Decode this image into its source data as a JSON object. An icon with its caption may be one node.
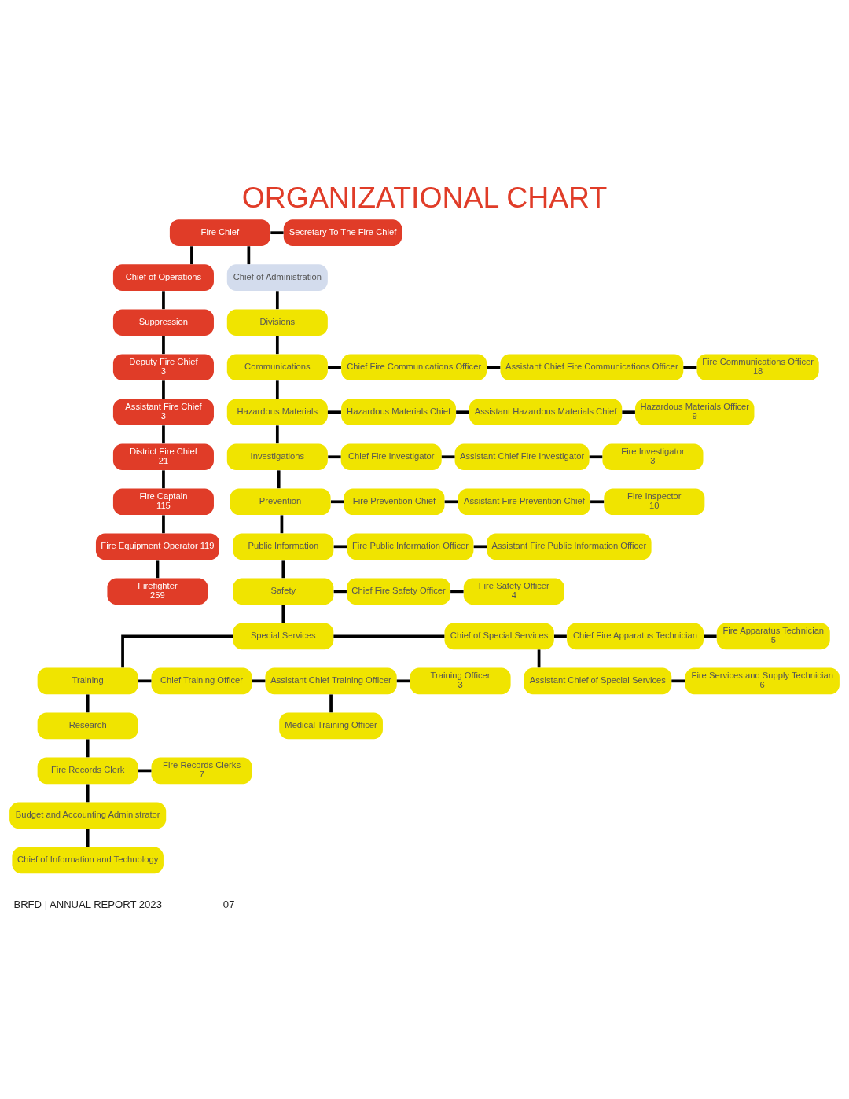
{
  "diagram": {
    "title": "ORGANIZATIONAL CHART",
    "nodes": [
      {
        "text": [
          "Fire Chief"
        ]
      },
      {
        "text": [
          "Secretary To The Fire Chief"
        ]
      },
      {
        "text": [
          "Chief of Operations"
        ]
      },
      {
        "text": [
          "Chief of Administration"
        ]
      },
      {
        "text": [
          "Divisions"
        ]
      },
      {
        "text": [
          "Suppression"
        ]
      },
      {
        "text": [
          "Deputy Fire Chief",
          "3"
        ]
      },
      {
        "text": [
          "Assistant Fire Chief",
          "3"
        ]
      },
      {
        "text": [
          "District Fire Chief",
          "21"
        ]
      },
      {
        "text": [
          "Fire Captain",
          "115"
        ]
      },
      {
        "text": [
          "Fire Equipment Operator 119"
        ]
      },
      {
        "text": [
          "Firefighter",
          "259"
        ]
      },
      {
        "text": [
          "Communications"
        ]
      },
      {
        "text": [
          "Chief Fire Communications Officer"
        ]
      },
      {
        "text": [
          "Assistant Chief Fire Communications Officer"
        ]
      },
      {
        "text": [
          "Fire Communications Officer",
          "18"
        ]
      },
      {
        "text": [
          "Hazardous Materials"
        ]
      },
      {
        "text": [
          "Hazardous Materials Chief"
        ]
      },
      {
        "text": [
          "Assistant Hazardous Materials Chief"
        ]
      },
      {
        "text": [
          "Hazardous Materials Officer",
          "9"
        ]
      },
      {
        "text": [
          "Investigations"
        ]
      },
      {
        "text": [
          "Chief Fire Investigator"
        ]
      },
      {
        "text": [
          "Assistant Chief Fire Investigator"
        ]
      },
      {
        "text": [
          "Fire Investigator",
          "3"
        ]
      },
      {
        "text": [
          "Prevention"
        ]
      },
      {
        "text": [
          "Fire Prevention Chief"
        ]
      },
      {
        "text": [
          "Assistant Fire Prevention Chief"
        ]
      },
      {
        "text": [
          "Fire Inspector",
          "10"
        ]
      },
      {
        "text": [
          "Public Information"
        ]
      },
      {
        "text": [
          "Fire Public Information Officer"
        ]
      },
      {
        "text": [
          "Assistant Fire Public Information Officer"
        ]
      },
      {
        "text": [
          "Safety"
        ]
      },
      {
        "text": [
          "Chief Fire Safety Officer"
        ]
      },
      {
        "text": [
          "Fire Safety Officer",
          "4"
        ]
      },
      {
        "text": [
          "Special Services"
        ]
      },
      {
        "text": [
          "Chief of Special Services"
        ]
      },
      {
        "text": [
          "Chief Fire Apparatus Technician"
        ]
      },
      {
        "text": [
          "Fire Apparatus Technician",
          "5"
        ]
      },
      {
        "text": [
          "Assistant Chief of Special Services"
        ]
      },
      {
        "text": [
          "Fire Services and Supply Technician",
          "6"
        ]
      },
      {
        "text": [
          "Training"
        ]
      },
      {
        "text": [
          "Chief Training Officer"
        ]
      },
      {
        "text": [
          "Assistant Chief Training Officer"
        ]
      },
      {
        "text": [
          "Training Officer",
          "3"
        ]
      },
      {
        "text": [
          "Medical Training Officer"
        ]
      },
      {
        "text": [
          "Research"
        ]
      },
      {
        "text": [
          "Fire Records Clerk"
        ]
      },
      {
        "text": [
          "Fire Records Clerks",
          "7"
        ]
      },
      {
        "text": [
          "Budget and Accounting Administrator"
        ]
      },
      {
        "text": [
          "Chief of Information and Technology"
        ]
      }
    ],
    "edges": [
      {
        "from": 0,
        "to": 1,
        "arrow": "none"
      },
      {
        "from": 0,
        "to": 2,
        "arrow": "none"
      },
      {
        "from": 0,
        "to": 3,
        "arrow": "none"
      },
      {
        "from": 3,
        "to": 4,
        "arrow": "none"
      },
      {
        "from": 4,
        "to": 12,
        "arrow": "none"
      },
      {
        "from": 2,
        "to": 5,
        "arrow": "none"
      },
      {
        "from": 5,
        "to": 6,
        "arrow": "none"
      },
      {
        "from": 6,
        "to": 7,
        "arrow": "none"
      },
      {
        "from": 7,
        "to": 8,
        "arrow": "none"
      },
      {
        "from": 8,
        "to": 9,
        "arrow": "none"
      },
      {
        "from": 9,
        "to": 10,
        "arrow": "none"
      },
      {
        "from": 10,
        "to": 11,
        "arrow": "none"
      },
      {
        "from": 12,
        "to": 16,
        "arrow": "none"
      },
      {
        "from": 16,
        "to": 20,
        "arrow": "none"
      },
      {
        "from": 20,
        "to": 24,
        "arrow": "none"
      },
      {
        "from": 24,
        "to": 28,
        "arrow": "none"
      },
      {
        "from": 28,
        "to": 31,
        "arrow": "none"
      },
      {
        "from": 31,
        "to": 34,
        "arrow": "none"
      },
      {
        "from": 34,
        "to": 40,
        "arrow": "none"
      },
      {
        "from": 40,
        "to": 45,
        "arrow": "none"
      },
      {
        "from": 45,
        "to": 46,
        "arrow": "none"
      },
      {
        "from": 46,
        "to": 48,
        "arrow": "none"
      },
      {
        "from": 48,
        "to": 49,
        "arrow": "none"
      },
      {
        "from": 12,
        "to": 13,
        "arrow": "none"
      },
      {
        "from": 13,
        "to": 14,
        "arrow": "none"
      },
      {
        "from": 14,
        "to": 15,
        "arrow": "none"
      },
      {
        "from": 16,
        "to": 17,
        "arrow": "none"
      },
      {
        "from": 17,
        "to": 18,
        "arrow": "none"
      },
      {
        "from": 18,
        "to": 19,
        "arrow": "none"
      },
      {
        "from": 20,
        "to": 21,
        "arrow": "none"
      },
      {
        "from": 21,
        "to": 22,
        "arrow": "none"
      },
      {
        "from": 22,
        "to": 23,
        "arrow": "none"
      },
      {
        "from": 24,
        "to": 25,
        "arrow": "none"
      },
      {
        "from": 25,
        "to": 26,
        "arrow": "none"
      },
      {
        "from": 26,
        "to": 27,
        "arrow": "none"
      },
      {
        "from": 28,
        "to": 29,
        "arrow": "none"
      },
      {
        "from": 29,
        "to": 30,
        "arrow": "none"
      },
      {
        "from": 31,
        "to": 32,
        "arrow": "none"
      },
      {
        "from": 32,
        "to": 33,
        "arrow": "none"
      },
      {
        "from": 34,
        "to": 35,
        "arrow": "none"
      },
      {
        "from": 35,
        "to": 36,
        "arrow": "none"
      },
      {
        "from": 35,
        "to": 38,
        "arrow": "none"
      },
      {
        "from": 36,
        "to": 37,
        "arrow": "none"
      },
      {
        "from": 38,
        "to": 39,
        "arrow": "none"
      },
      {
        "from": 40,
        "to": 41,
        "arrow": "none"
      },
      {
        "from": 41,
        "to": 42,
        "arrow": "none"
      },
      {
        "from": 42,
        "to": 43,
        "arrow": "none"
      },
      {
        "from": 42,
        "to": 44,
        "arrow": "none"
      },
      {
        "from": 46,
        "to": 47,
        "arrow": "none"
      }
    ],
    "labels": [
      "BRFD | ANNUAL REPORT 2023",
      "07"
    ]
  }
}
